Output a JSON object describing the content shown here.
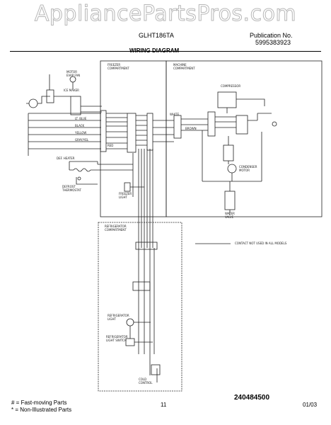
{
  "header": {
    "watermark": "AppliancePartsPros.com",
    "model": "GLHT186TA",
    "publication_label": "Publication No.",
    "publication_number": "5995383923"
  },
  "diagram": {
    "title": "WIRING DIAGRAM",
    "labels": {
      "freezer_compartment": "FREEZER\nCOMPARTMENT",
      "machine_compartment": "MACHINE\nCOMPARTMENT",
      "refrigerator_compartment": "REFRIGERATOR\nCOMPARTMENT",
      "wire_lt_blue": "LT. BLUE",
      "wire_black": "BLACK",
      "wire_yellow": "YELLOW",
      "wire_gray": "GRAY/YEL",
      "wire_red": "RED",
      "wire_white": "WHITE",
      "wire_brown": "BROWN",
      "defrost_heater": "DEF. HEATER",
      "defrost_thermostat": "DEFROST\nTHERMOSTAT",
      "freezer_light": "FREEZER\nLIGHT",
      "compressor": "COMPRESSOR",
      "condenser_motor": "CONDENSER\nMOTOR",
      "water_valve": "WATER\nVALVE",
      "ice_maker": "ICE MAKER",
      "evap_fan": "MOTOR\nEVAP FAN",
      "refrigerator_light": "REFRIGERATOR\nLIGHT",
      "light_switch": "REFRIGERATOR\nLIGHT SWITCH",
      "cold_control": "COLD\nCONTROL",
      "note": "CONTACT NOT USED IN ALL MODELS"
    }
  },
  "footer": {
    "part_number": "240484500",
    "legend_fast": "# = Fast-moving Parts",
    "legend_non": "* = Non-Illustrated Parts",
    "page": "11",
    "date_code": "01/03"
  }
}
